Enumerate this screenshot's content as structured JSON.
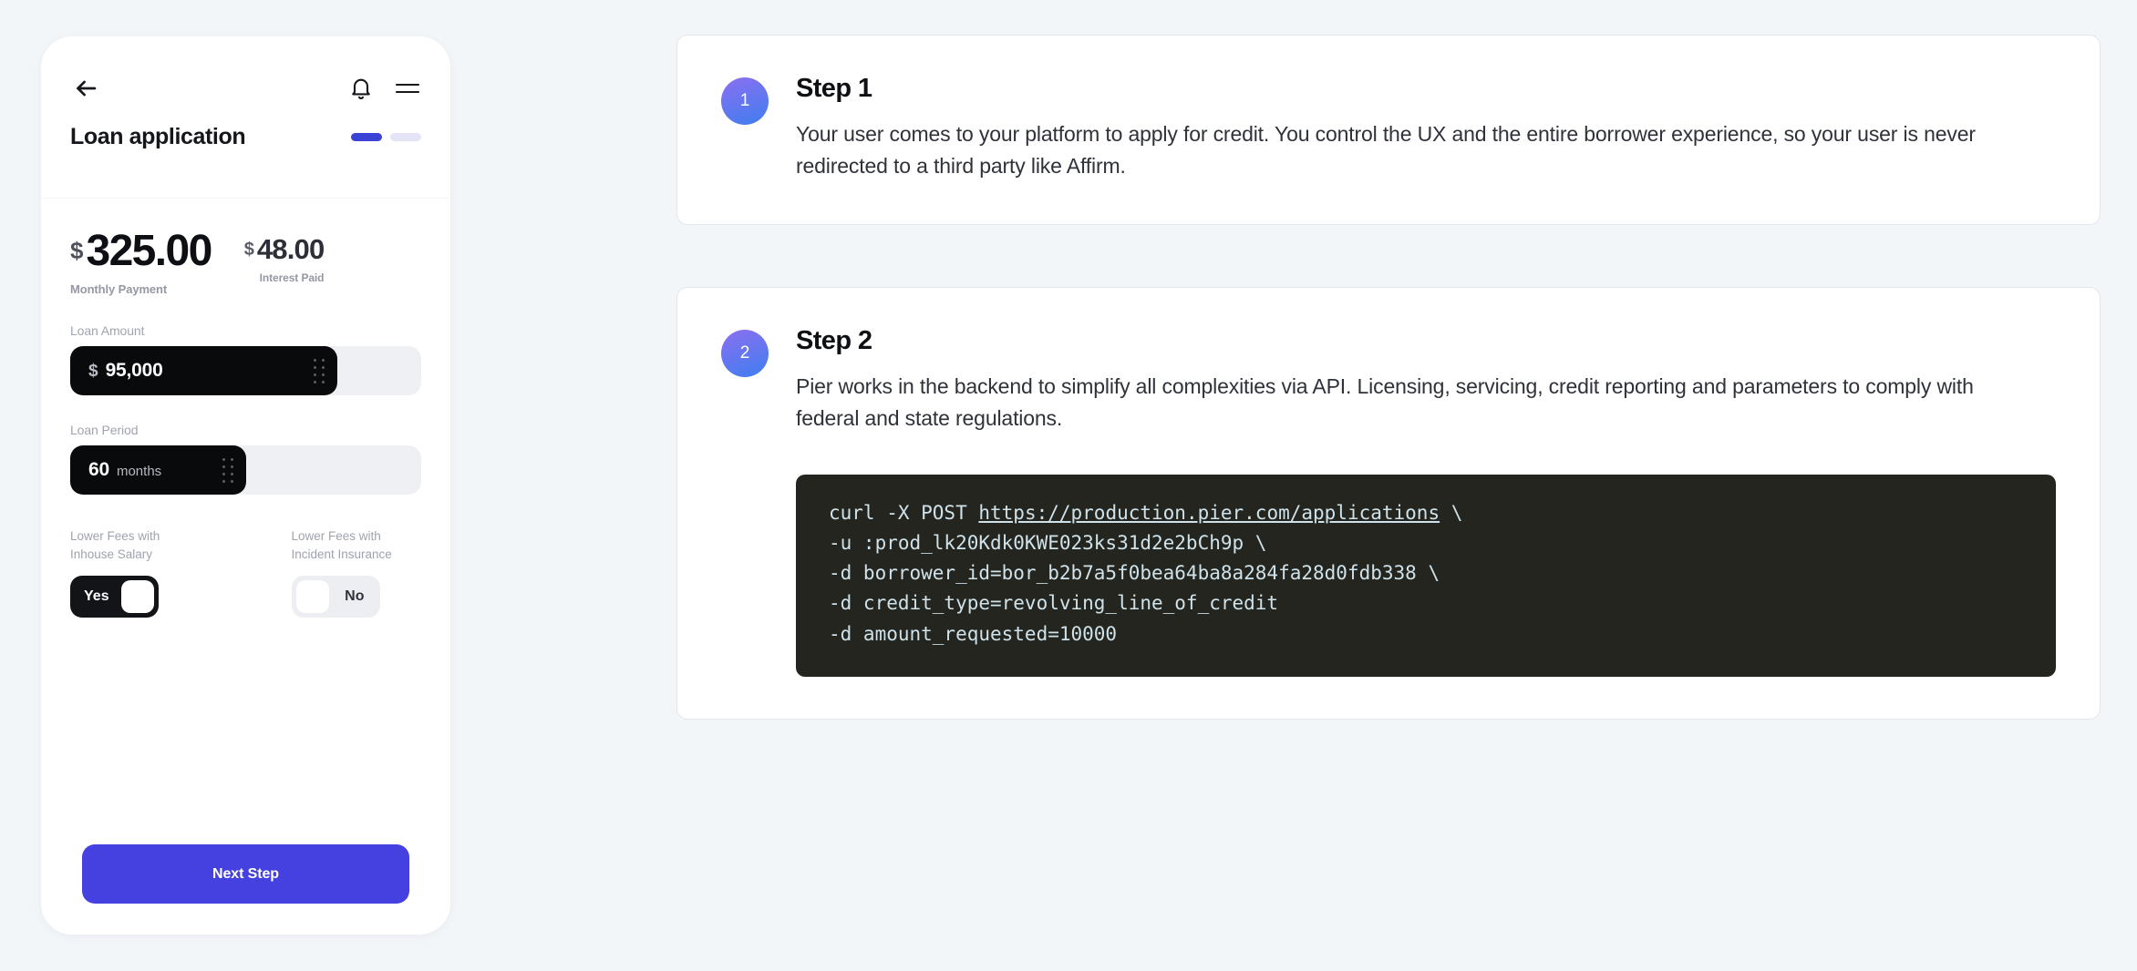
{
  "colors": {
    "page_background": "#f3f6f9",
    "accent_blue": "#4540e0",
    "progress_active": "#3b42d6",
    "progress_inactive": "#e3e4f6",
    "badge_gradient_from": "#8b6ff0",
    "badge_gradient_to": "#3f7ef0",
    "code_background": "#24251f",
    "code_text": "#cfe2ea",
    "slider_fill": "#090a0c",
    "slider_track": "#eff0f3"
  },
  "phone": {
    "icons": {
      "back": "arrow-left-icon",
      "bell": "bell-icon",
      "menu": "hamburger-menu-icon"
    },
    "title": "Loan application",
    "progress": {
      "total_steps": 2,
      "current_step": 1
    },
    "summary": {
      "monthly_payment": {
        "currency": "$",
        "value": "325.00",
        "label": "Monthly Payment"
      },
      "interest_paid": {
        "currency": "$",
        "value": "48.00",
        "label": "Interest Paid"
      }
    },
    "loan_amount": {
      "label": "Loan Amount",
      "symbol": "$",
      "value": "95,000",
      "fill_percent": 76
    },
    "loan_period": {
      "label": "Loan Period",
      "value": "60",
      "unit": "months",
      "fill_percent": 50
    },
    "toggles": [
      {
        "label": "Lower Fees with Inhouse Salary",
        "state": "Yes",
        "on": true
      },
      {
        "label": "Lower Fees with Incident Insurance",
        "state": "No",
        "on": false
      }
    ],
    "next_button": "Next Step"
  },
  "steps": [
    {
      "number": "1",
      "title": "Step 1",
      "text": "Your user comes to your platform to apply for credit. You control the UX and the entire borrower experience, so your user is never redirected to a third party like Affirm."
    },
    {
      "number": "2",
      "title": "Step 2",
      "text": "Pier works in the backend to simplify all complexities via API. Licensing, servicing, credit reporting and parameters to comply with federal and state regulations.",
      "code": {
        "line1_pre": "curl -X POST ",
        "line1_url": "https://production.pier.com/applications",
        "line1_post": " \\",
        "rest": "-u :prod_lk20Kdk0KWE023ks31d2e2bCh9p \\\n-d borrower_id=bor_b2b7a5f0bea64ba8a284fa28d0fdb338 \\\n-d credit_type=revolving_line_of_credit\n-d amount_requested=10000"
      }
    }
  ]
}
